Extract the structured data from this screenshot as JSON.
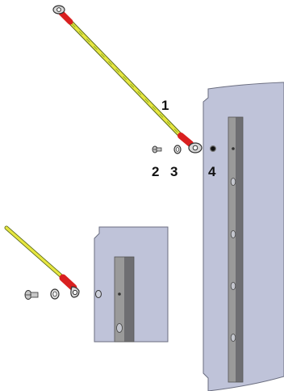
{
  "diagram": {
    "callouts": [
      "1",
      "2",
      "3",
      "4"
    ],
    "parts": [
      {
        "callout": "1",
        "part": "ground-cable"
      },
      {
        "callout": "2",
        "part": "screw"
      },
      {
        "callout": "3",
        "part": "washer"
      },
      {
        "callout": "4",
        "part": "threaded-hole"
      }
    ]
  },
  "colors": {
    "cable": "#e6e640",
    "cable_stripe": "#8fae2a",
    "ferrule": "#d92020",
    "lug": "#d9d9d9",
    "panel": "#bfc3d9",
    "panel_edge": "#6b6e80",
    "rail_left": "#9a9a9a",
    "rail_right": "#6e6e72",
    "hole": "#4a4a4a",
    "screw": "#c8c8c8"
  }
}
